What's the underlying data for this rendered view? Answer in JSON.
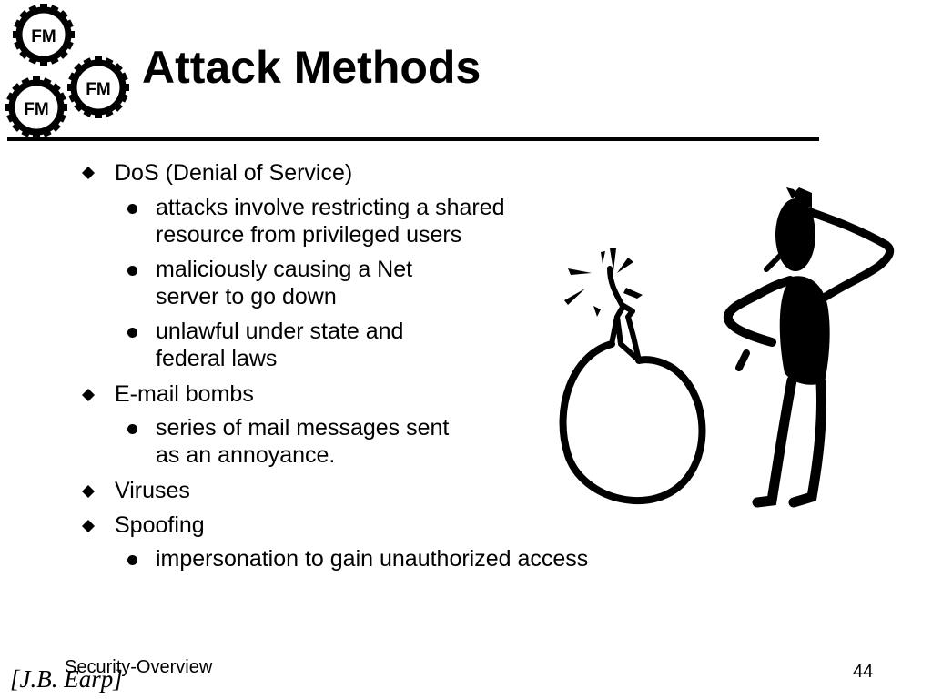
{
  "logo": {
    "text": "FM",
    "gear_count": 3
  },
  "slide": {
    "title": "Attack Methods",
    "bullets": [
      {
        "text": "DoS (Denial of Service)",
        "sub": [
          {
            "line1": "attacks involve restricting a shared",
            "line2": "resource from privileged users"
          },
          {
            "line1": "maliciously causing a Net",
            "line2": "server to go down"
          },
          {
            "line1": "unlawful under state and",
            "line2": "federal laws"
          }
        ]
      },
      {
        "text": "E-mail bombs",
        "sub": [
          {
            "line1": "series of mail messages sent",
            "line2": "as an annoyance."
          }
        ]
      },
      {
        "text": "Viruses",
        "sub": []
      },
      {
        "text": "Spoofing",
        "sub": [
          {
            "line1": "impersonation to gain unauthorized access"
          }
        ]
      }
    ]
  },
  "illustration": {
    "subjects": [
      "bomb-icon",
      "confused-person-icon"
    ]
  },
  "footer": {
    "left": "Security-Overview",
    "author": "[J.B. Earp]",
    "page": "44"
  }
}
